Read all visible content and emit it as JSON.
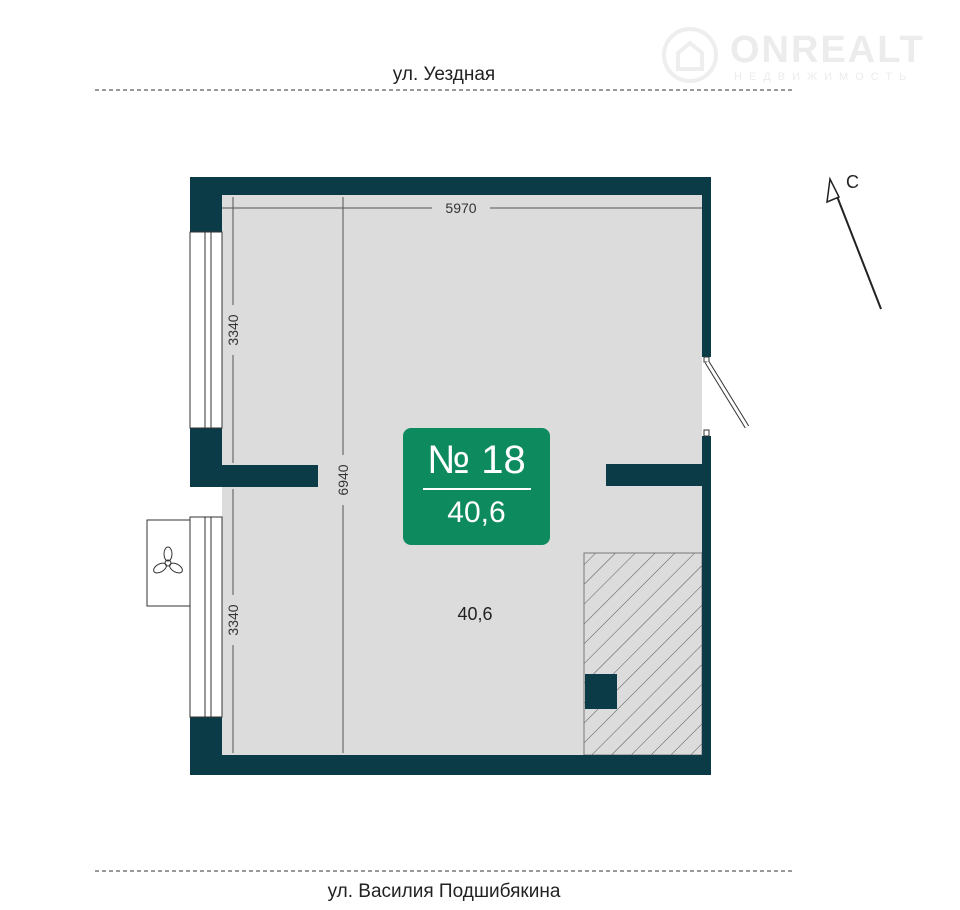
{
  "streets": {
    "top": "ул. Уездная",
    "bottom": "ул. Василия Подшибякина"
  },
  "logo": {
    "name": "ONREALT",
    "tagline": "НЕДВИЖИМОСТЬ"
  },
  "compass": {
    "label": "С"
  },
  "unit": {
    "number": "№ 18",
    "area": "40,6"
  },
  "room": {
    "area": "40,6"
  },
  "dimensions": {
    "width": "5970",
    "length": "6940",
    "upper_window": "3340",
    "lower_window": "3340"
  },
  "colors": {
    "wall": "#0b3b47",
    "floor": "#dcdcdc",
    "badge": "#0e8a5f"
  }
}
